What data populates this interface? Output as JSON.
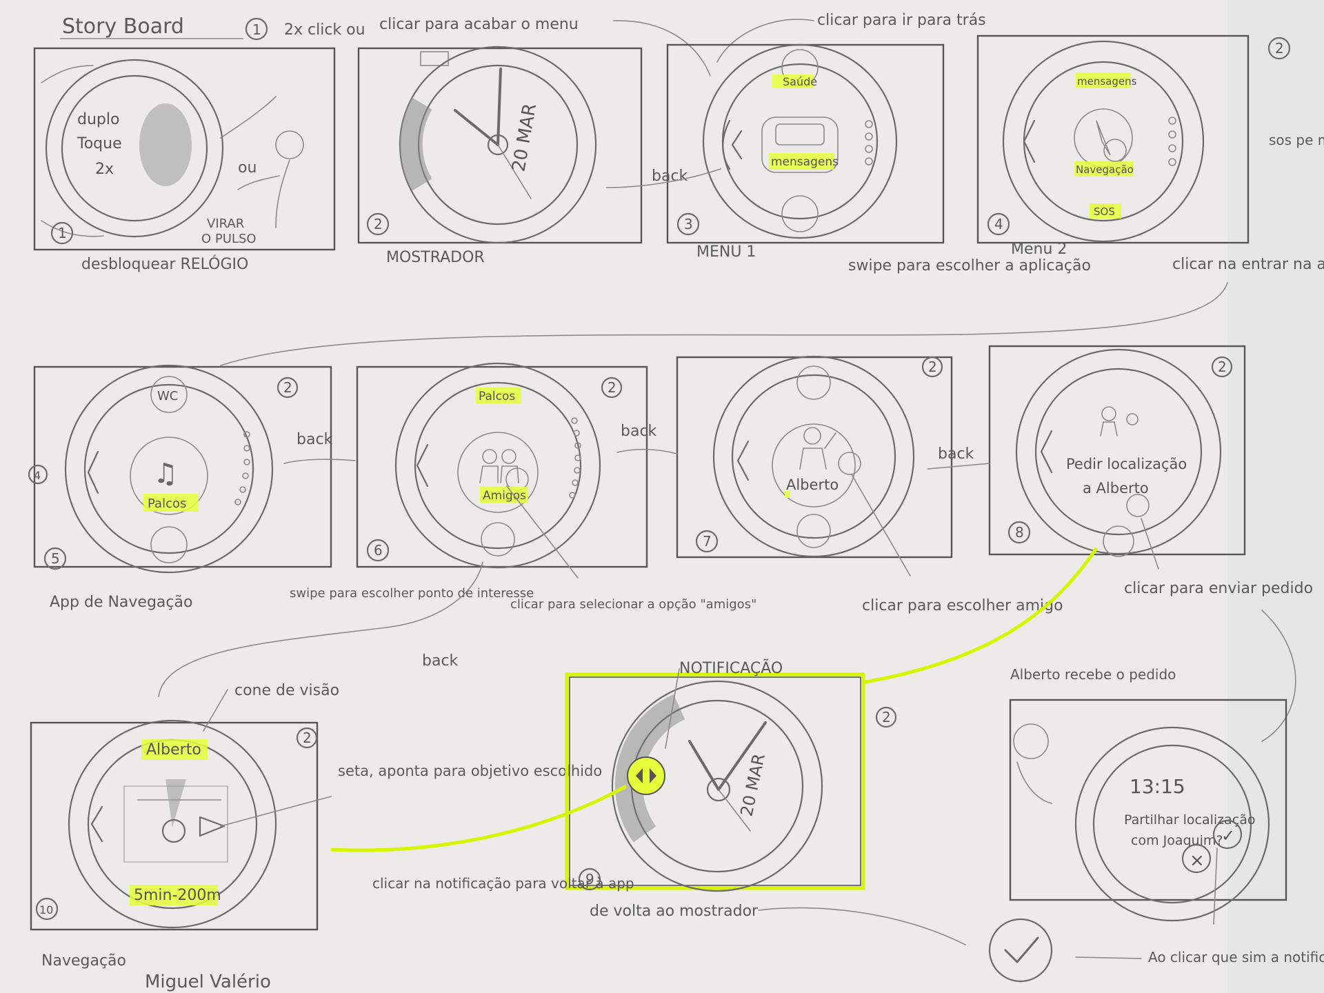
{
  "title": "Story Board",
  "title_number": "1",
  "author": "Miguel Valério",
  "top_notes": {
    "double_click": "2x click ou",
    "open_menu": "clicar para acabar o menu",
    "go_back": "clicar para ir para trás",
    "swipe_app": "swipe para escolher a aplicação",
    "click_enter": "clicar na entrar na app",
    "sos_side": "sos pe muda o m"
  },
  "button_ref": "2",
  "frames": [
    {
      "num": "1",
      "caption": "desbloquear RELÓGIO",
      "face": [
        "duplo",
        "Toque",
        "2x"
      ],
      "side": [
        "ou",
        "VIRAR",
        "O PULSO"
      ]
    },
    {
      "num": "2",
      "caption": "MOSTRADOR",
      "date": "20 MAR"
    },
    {
      "num": "3",
      "caption": "MENU 1",
      "items": [
        "Saúde",
        "mensagens"
      ],
      "back": "back"
    },
    {
      "num": "4",
      "caption": "Menu 2",
      "items": [
        "mensagens",
        "Navegação",
        "SOS"
      ]
    },
    {
      "num": "5",
      "caption": "App de Navegação",
      "items": [
        "WC",
        "Palcos"
      ],
      "side": "4"
    },
    {
      "num": "6",
      "caption": "",
      "items": [
        "Palcos",
        "Amigos"
      ],
      "back": "back"
    },
    {
      "num": "7",
      "caption": "",
      "items": [
        "Alberto"
      ],
      "back": "back"
    },
    {
      "num": "8",
      "caption": "",
      "items": [
        "Pedir localização",
        "a Alberto"
      ],
      "back": "back"
    },
    {
      "num": "9",
      "caption": "de volta ao mostrador",
      "date": "20 MAR",
      "notification": "NOTIFICAÇÃO"
    },
    {
      "num": "10",
      "caption": "Navegação",
      "items": [
        "Alberto",
        "5min-200m"
      ]
    },
    {
      "num": "",
      "caption": "Alberto recebe o pedido",
      "time": "13:15",
      "question": [
        "Partilhar localização",
        "com Joaquim?"
      ]
    }
  ],
  "mid_notes": {
    "swipe_poi": "swipe para escolher ponto de interesse",
    "select_friends": "clicar para selecionar a opção \"amigos\"",
    "choose_friend": "clicar para escolher amigo",
    "send_request": "clicar para enviar pedido",
    "back": "back"
  },
  "bottom_notes": {
    "vision_cone": "cone de visão",
    "arrow_points": "seta, aponta para objetivo escolhido",
    "click_notification": "clicar na notificação para voltar à app",
    "click_yes": "Ao clicar que sim a notificação de s"
  }
}
